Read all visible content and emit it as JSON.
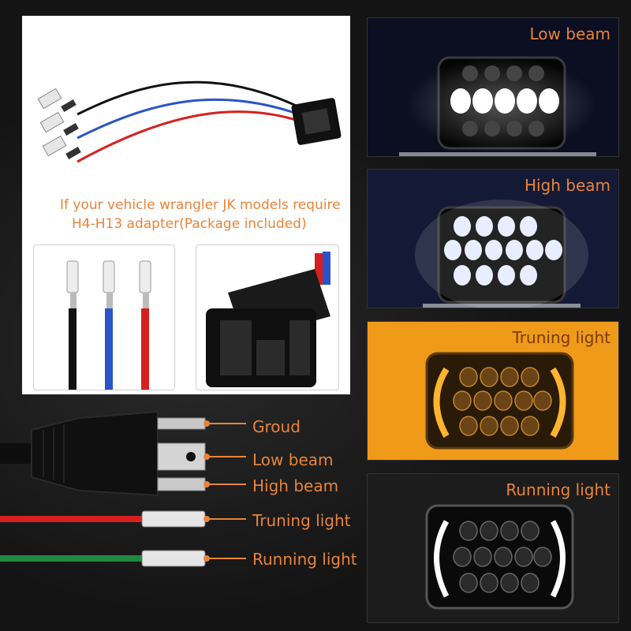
{
  "adapter_note": {
    "line1": "If your vehicle wrangler JK models require",
    "line2": "H4-H13 adapter(Package included)"
  },
  "beam_panels": [
    {
      "label": "Low beam",
      "color": "#e8843a"
    },
    {
      "label": "High beam",
      "color": "#e8843a"
    },
    {
      "label": "Truning light",
      "color": "#7a3b0a"
    },
    {
      "label": "Running light",
      "color": "#e8843a"
    }
  ],
  "wiring_labels": {
    "ground": "Groud",
    "low_beam": "Low beam",
    "high_beam": "High beam",
    "turning_light": "Truning light",
    "running_light": "Running light"
  },
  "colors": {
    "accent": "#e8843a",
    "wire_black": "#111111",
    "wire_blue": "#2a55c8",
    "wire_red": "#d62020",
    "wire_green": "#1f8a3e",
    "amber": "#f2a21c"
  }
}
